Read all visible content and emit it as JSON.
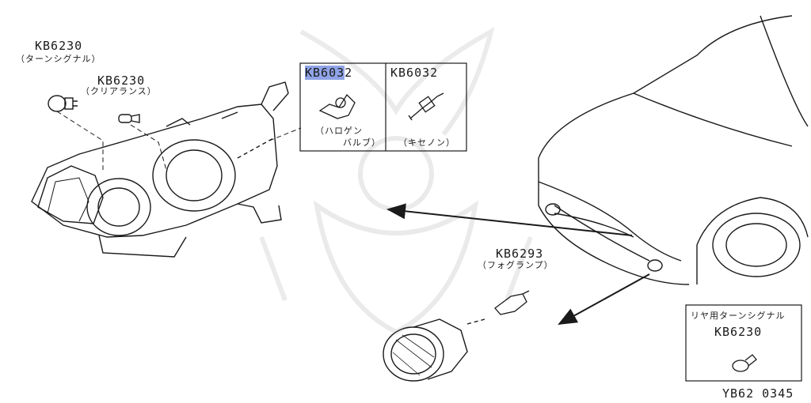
{
  "parts": {
    "turn_signal": {
      "code": "KB6230",
      "name": "（ターンシグナル）"
    },
    "clearance": {
      "code": "KB6230",
      "name": "（クリアランス）"
    },
    "halogen": {
      "code_prefix": "KB603",
      "code_suffix": "2",
      "name_line1": "（ハロゲン",
      "name_line2": "バルブ）"
    },
    "xenon": {
      "code": "KB6032",
      "name": "（キセノン）"
    },
    "fog": {
      "code": "KB6293",
      "name": "（フォグランプ）"
    },
    "rear_turn": {
      "title": "リヤ用ターンシグナル",
      "code": "KB6230"
    }
  },
  "diagram_code": "YB62 0345",
  "colors": {
    "highlight": "#8fa3e6",
    "line": "#1a1a1a"
  }
}
